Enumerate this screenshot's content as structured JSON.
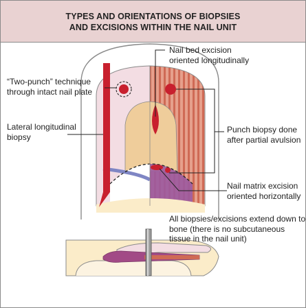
{
  "title": {
    "line1": "TYPES AND ORIENTATIONS OF BIOPSIES",
    "line2": "AND EXCISIONS WITHIN THE NAIL UNIT"
  },
  "labels": {
    "nail_bed_excision": [
      "Nail bed excision",
      "oriented longitudinally"
    ],
    "two_punch": [
      "“Two-punch” technique",
      "through intact nail plate"
    ],
    "lateral_longitudinal": [
      "Lateral longitudinal",
      "biopsy"
    ],
    "punch_after_avulsion": [
      "Punch biopsy done",
      "after partial avulsion"
    ],
    "nail_matrix_excision": [
      "Nail matrix excision",
      "oriented horizontally"
    ],
    "extend_to_bone": [
      "All biopsies/excisions extend down",
      "to",
      "bone (there is no subcutaneous",
      "tissue in the nail unit)"
    ]
  },
  "colors": {
    "header_bg": "#e9d2d2",
    "biopsy_red": "#c8202e",
    "nail_pink": "#f3dde3",
    "bed_stripe": "#d2705e",
    "matrix_purple": "#8a4a8e",
    "lunula_tan": "#efcd9b"
  }
}
